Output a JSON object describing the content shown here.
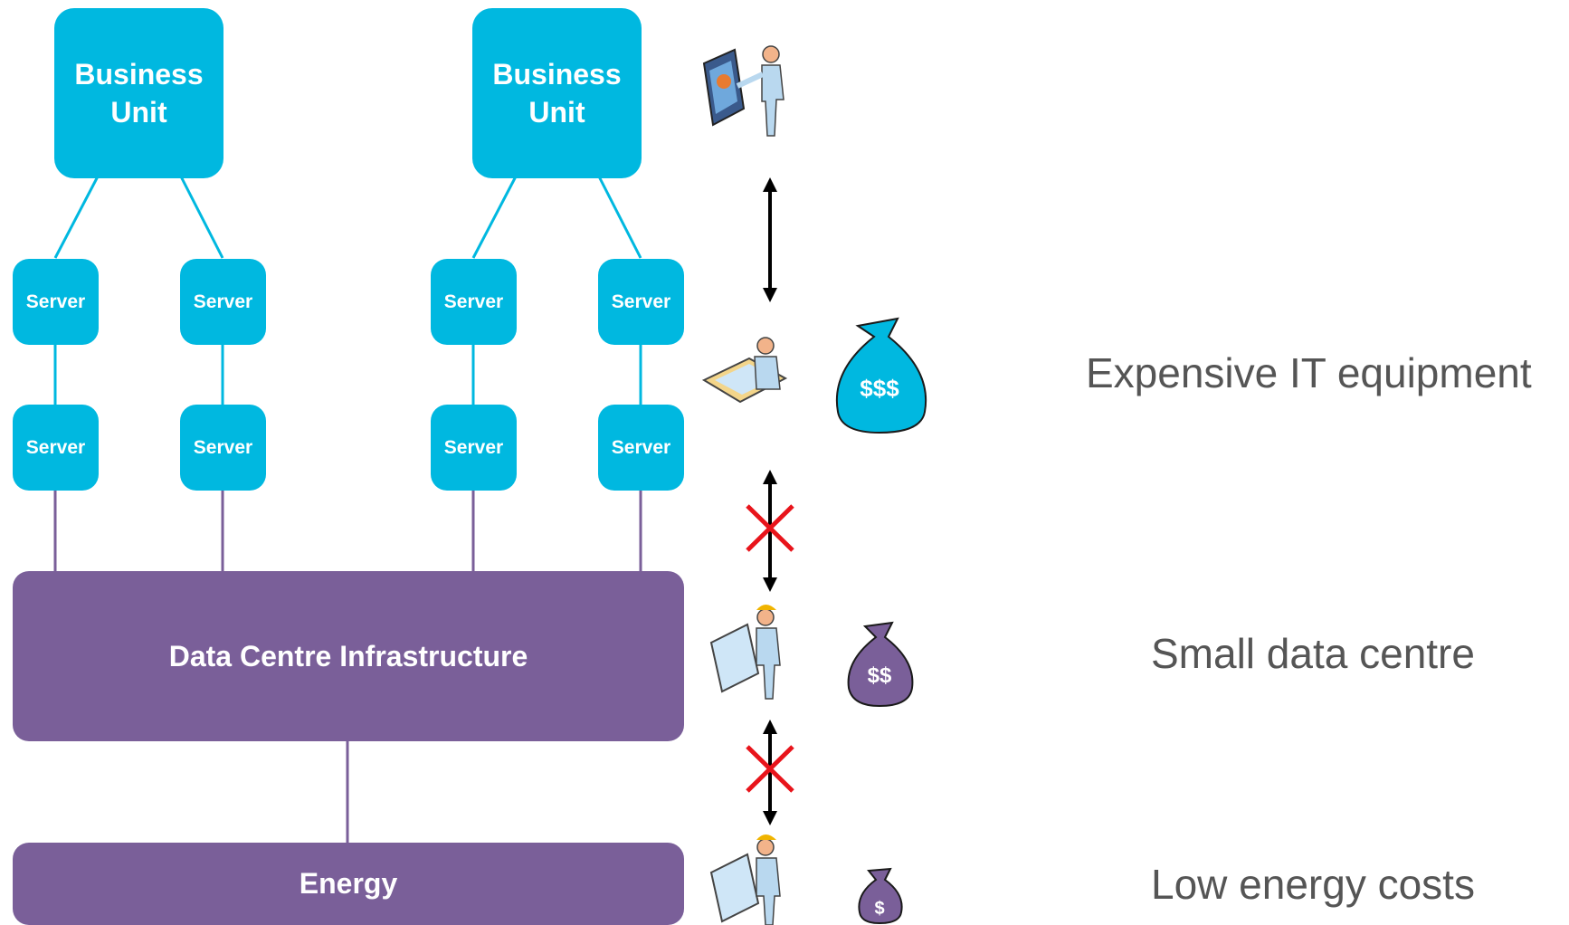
{
  "business_units": [
    {
      "label": "Business\nUnit"
    },
    {
      "label": "Business\nUnit"
    }
  ],
  "servers": [
    "Server",
    "Server",
    "Server",
    "Server",
    "Server",
    "Server",
    "Server",
    "Server"
  ],
  "infrastructure": {
    "label": "Data Centre Infrastructure"
  },
  "energy": {
    "label": "Energy"
  },
  "cost_bags": [
    {
      "label": "$$$",
      "color": "#00b8e0"
    },
    {
      "label": "$$",
      "color": "#7a5f99"
    },
    {
      "label": "$",
      "color": "#7a5f99"
    }
  ],
  "captions": {
    "it": "Expensive IT equipment",
    "dc": "Small data centre",
    "energy": "Low energy costs"
  },
  "colors": {
    "cyan": "#00b8e0",
    "purple": "#7a5f99",
    "cross": "#e8141b"
  },
  "icons": [
    "presenter-icon",
    "desk-worker-icon",
    "engineer-icon",
    "engineer-icon"
  ]
}
